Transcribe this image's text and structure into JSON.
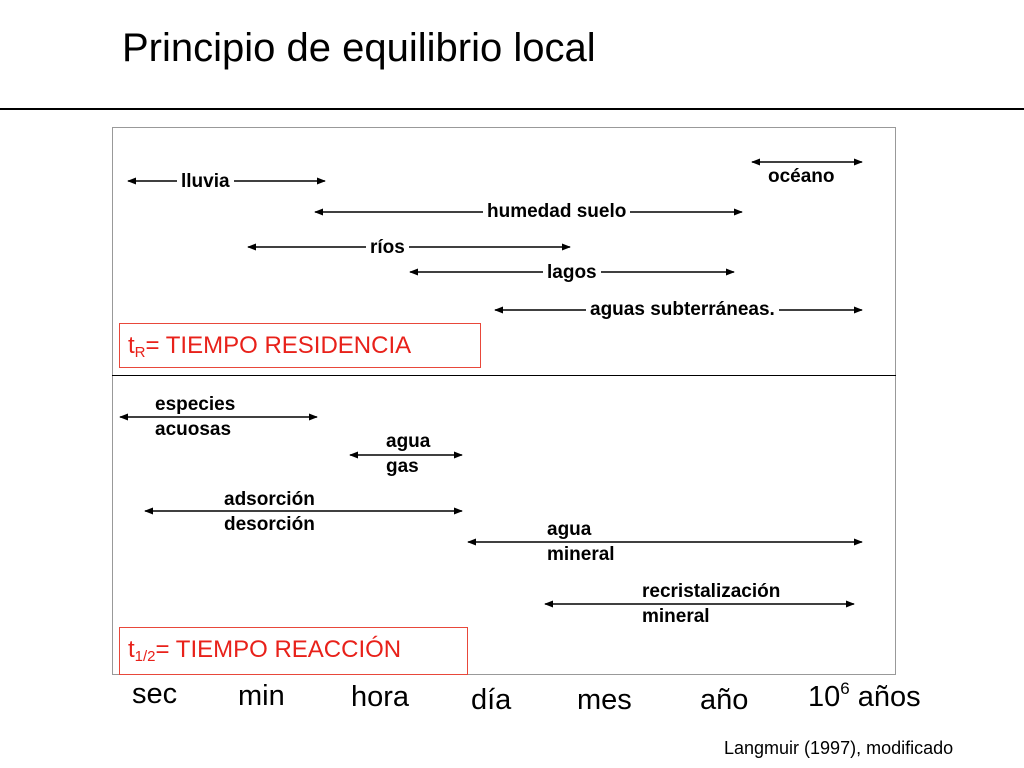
{
  "title": "Principio de equilibrio local",
  "residence": {
    "box_prefix": "t",
    "box_sub": "R",
    "box_text": "= TIEMPO RESIDENCIA",
    "items": [
      {
        "label": "lluvia"
      },
      {
        "label": "humedad suelo"
      },
      {
        "label": "ríos"
      },
      {
        "label": "lagos"
      },
      {
        "label": "aguas subterráneas."
      },
      {
        "label": "océano"
      }
    ]
  },
  "reaction": {
    "box_prefix": "t",
    "box_sub": "1/2",
    "box_text": "= TIEMPO REACCIÓN",
    "items": [
      {
        "line1": "especies",
        "line2": "acuosas"
      },
      {
        "line1": "agua",
        "line2": "gas"
      },
      {
        "line1": "adsorción",
        "line2": "desorción"
      },
      {
        "line1": "agua",
        "line2": "mineral"
      },
      {
        "line1": "recristalización",
        "line2": "mineral"
      }
    ]
  },
  "time_axis": {
    "ticks": [
      {
        "label": "sec"
      },
      {
        "label": "min"
      },
      {
        "label": "hora"
      },
      {
        "label": "día"
      },
      {
        "label": "mes"
      },
      {
        "label": "año"
      },
      {
        "label": "10",
        "sup": "6",
        "suffix": " años"
      }
    ]
  },
  "source": "Langmuir (1997), modificado"
}
